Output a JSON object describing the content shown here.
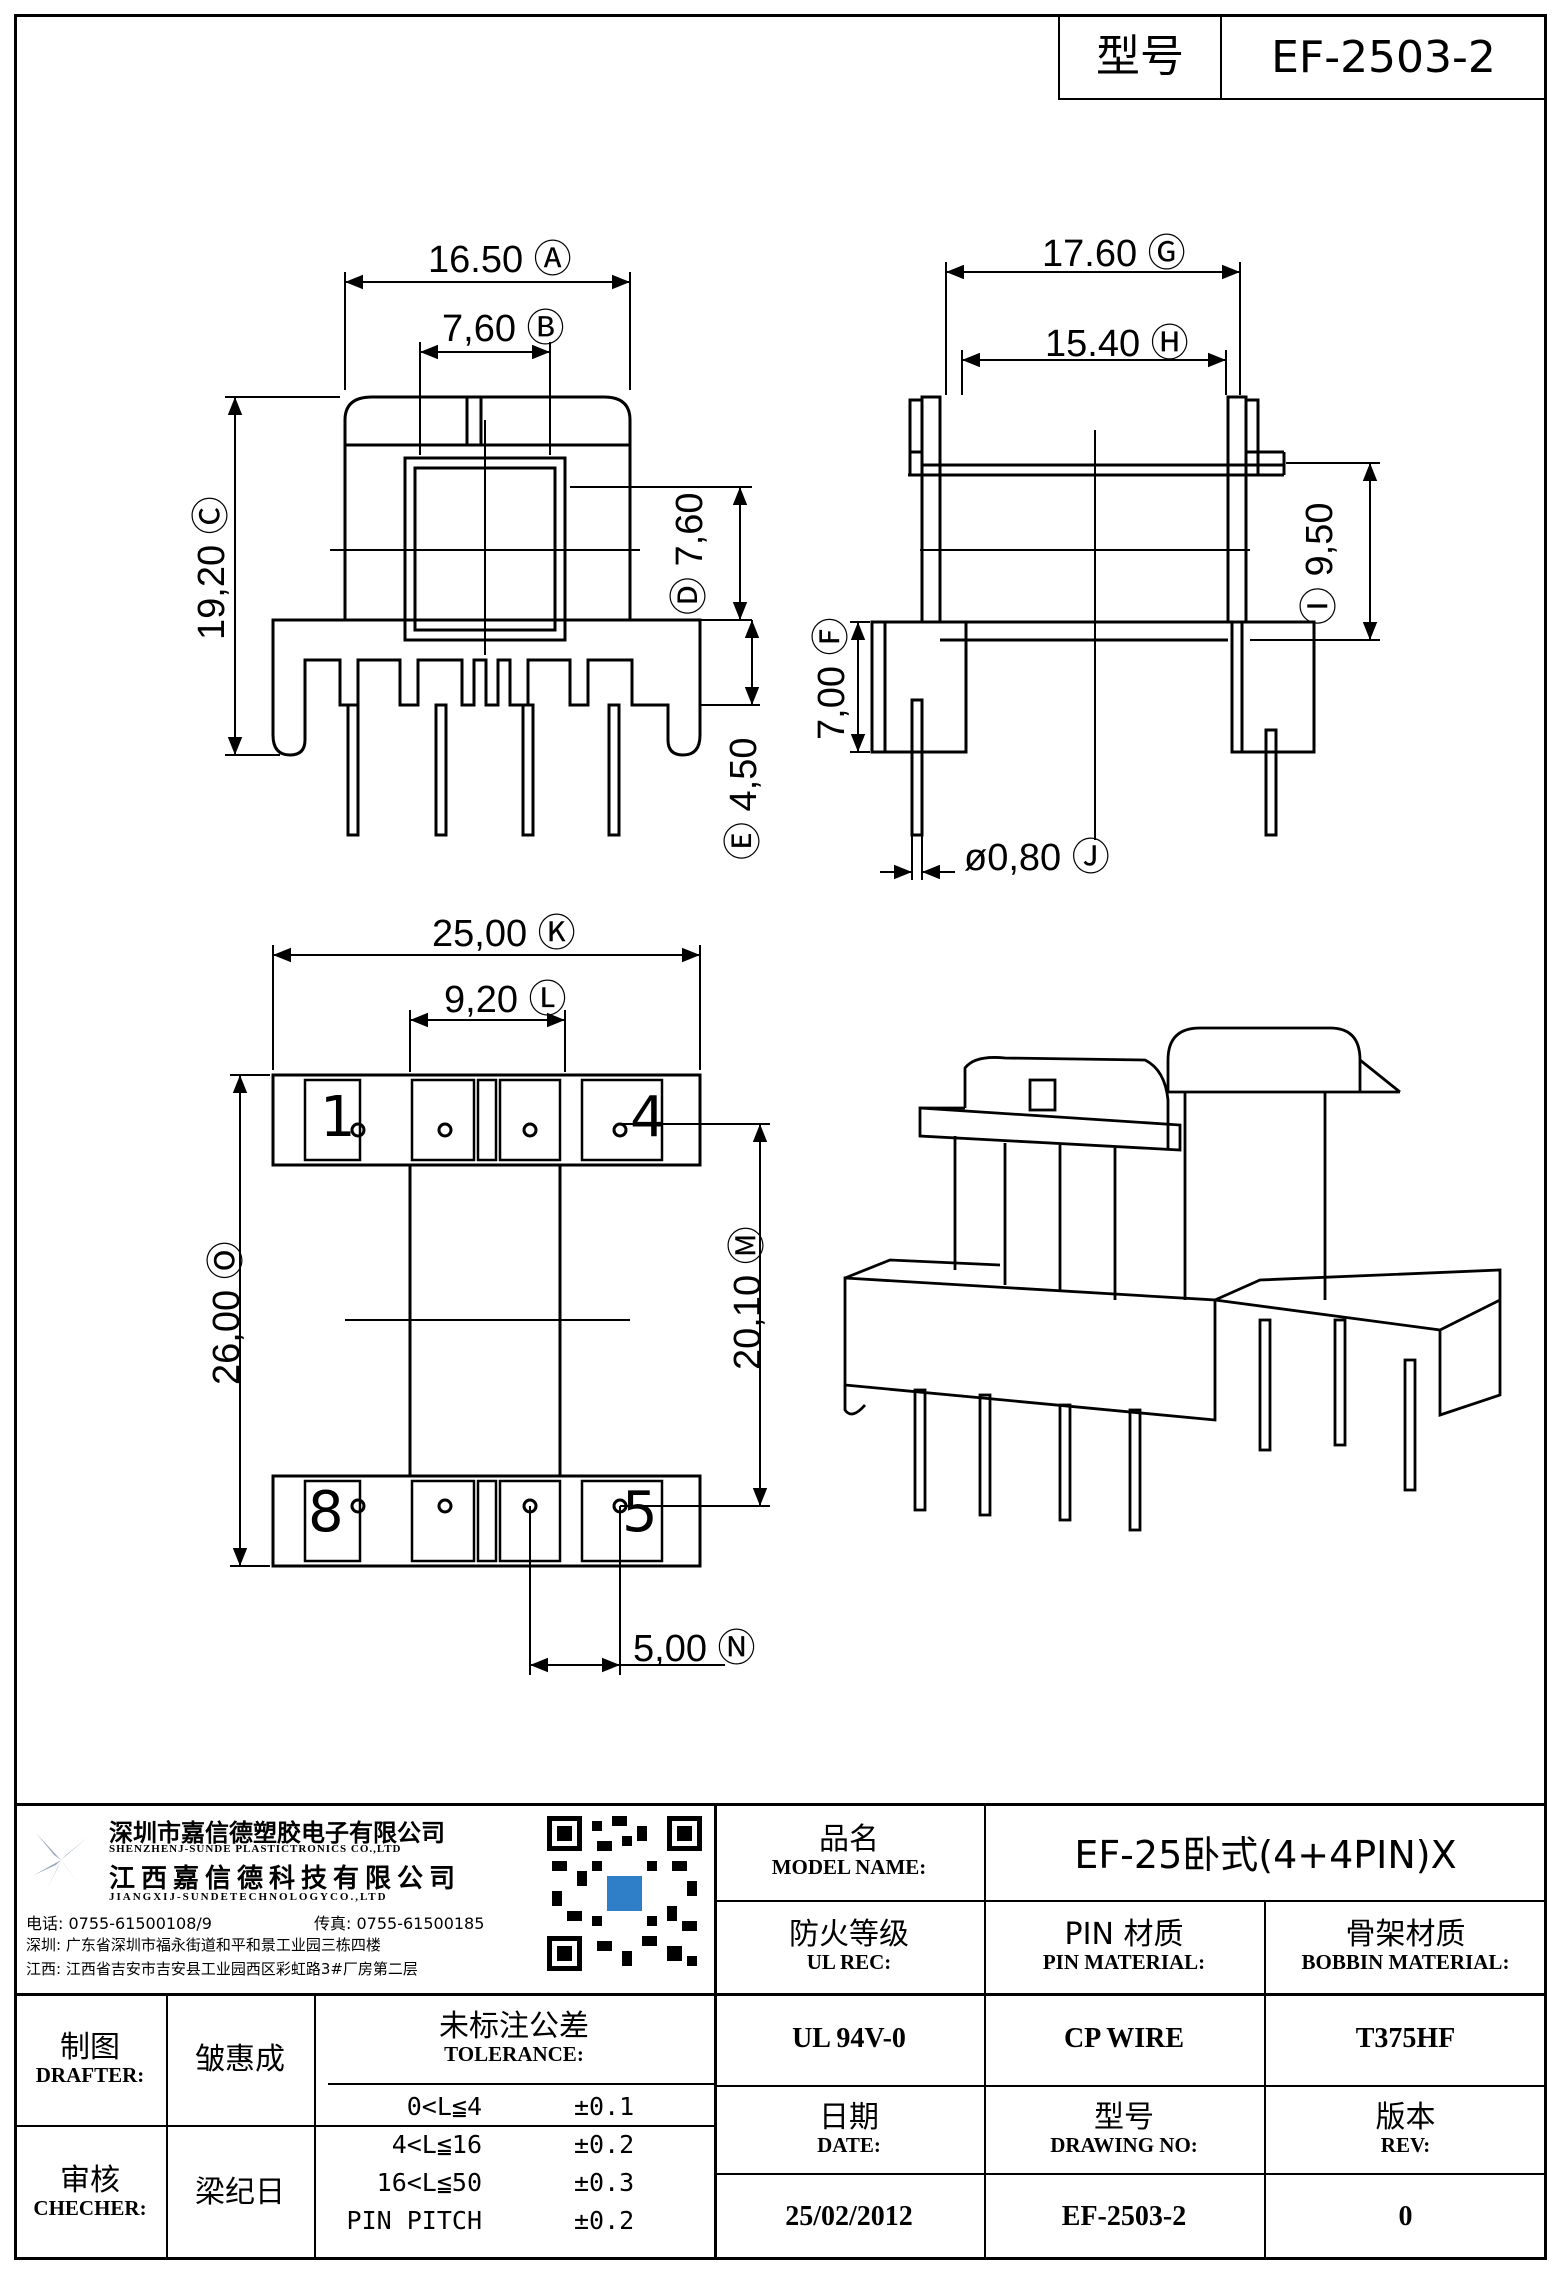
{
  "header": {
    "model_label": "型号",
    "model_value": "EF-2503-2"
  },
  "dimensions": {
    "A": "16.50",
    "B": "7,60",
    "C": "19,20",
    "D": "7,60",
    "E": "4,50",
    "F": "7,00",
    "G": "17.60",
    "H": "15.40",
    "I": "9,50",
    "J": "ø0,80",
    "K": "25,00",
    "L": "9,20",
    "M": "20,10",
    "N": "5,00",
    "O": "26,00"
  },
  "pin_labels": {
    "p1": "1",
    "p4": "4",
    "p8": "8",
    "p5": "5"
  },
  "company": {
    "name_cn_1": "深圳市嘉信德塑胶电子有限公司",
    "name_en_1": "SHENZHENJ-SUNDE PLASTICTRONICS CO.,LTD",
    "name_cn_2": "江西嘉信德科技有限公司",
    "name_en_2": "JIANGXIJ-SUNDETECHNOLOGYCO.,LTD",
    "tel": "电话: 0755-61500108/9",
    "fax": "传真: 0755-61500185",
    "addr_sz": "深圳: 广东省深圳市福永街道和平和景工业园三栋四楼",
    "addr_jx": "江西: 江西省吉安市吉安县工业园西区彩虹路3#厂房第二层"
  },
  "title_block": {
    "model_name_cn": "品名",
    "model_name_en": "MODEL NAME:",
    "model_name_value": "EF-25卧式(4+4PIN)X",
    "ul_cn": "防火等级",
    "ul_en": "UL REC:",
    "ul_value": "UL 94V-0",
    "pin_cn": "PIN 材质",
    "pin_en": "PIN MATERIAL:",
    "pin_value": "CP WIRE",
    "bobbin_cn": "骨架材质",
    "bobbin_en": "BOBBIN MATERIAL:",
    "bobbin_value": "T375HF",
    "drafter_cn": "制图",
    "drafter_en": "DRAFTER:",
    "drafter_value": "皱惠成",
    "checker_cn": "审核",
    "checker_en": "CHECHER:",
    "checker_value": "梁纪日",
    "tolerance_cn": "未标注公差",
    "tolerance_en": "TOLERANCE:",
    "tolerances": [
      {
        "range": "0<L≦4",
        "tol": "±0.1"
      },
      {
        "range": "4<L≦16",
        "tol": "±0.2"
      },
      {
        "range": "16<L≦50",
        "tol": "±0.3"
      },
      {
        "range": "PIN PITCH",
        "tol": "±0.2"
      }
    ],
    "date_cn": "日期",
    "date_en": "DATE:",
    "date_value": "25/02/2012",
    "drawing_cn": "型号",
    "drawing_en": "DRAWING NO:",
    "drawing_value": "EF-2503-2",
    "rev_cn": "版本",
    "rev_en": "REV:",
    "rev_value": "0"
  }
}
